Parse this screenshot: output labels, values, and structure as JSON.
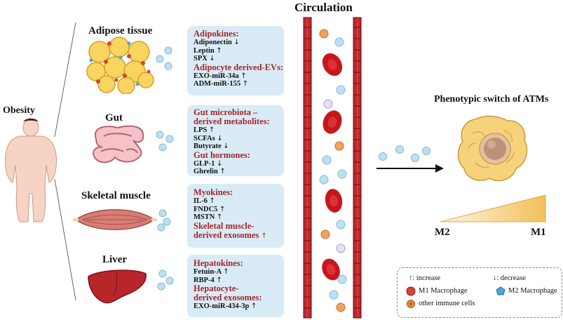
{
  "obesity_label": "Obesity",
  "circulation_title": "Circulation",
  "atm_title": "Phenotypic switch of ATMs",
  "gradient": {
    "left_label": "M2",
    "right_label": "M1"
  },
  "sections": [
    {
      "title": "Adipose tissue",
      "panel": [
        {
          "kind": "hd",
          "text": "Adipokines:"
        },
        {
          "kind": "line",
          "text": "Adiponectin",
          "arrow": "↓"
        },
        {
          "kind": "line",
          "text": "Leptin",
          "arrow": "↑"
        },
        {
          "kind": "line",
          "text": "SPX",
          "arrow": "↓"
        },
        {
          "kind": "hd",
          "text": "Adipocyte derived-EVs:"
        },
        {
          "kind": "line",
          "text": "EXO-miR-34a",
          "arrow": "↑"
        },
        {
          "kind": "line",
          "text": "ADM-miR-155",
          "arrow": "↑"
        }
      ]
    },
    {
      "title": "Gut",
      "panel": [
        {
          "kind": "hd",
          "text": "Gut microbiota –"
        },
        {
          "kind": "hd",
          "text": "derived metabolites:"
        },
        {
          "kind": "line",
          "text": "LPS",
          "arrow": "↑"
        },
        {
          "kind": "line",
          "text": "SCFAs",
          "arrow": "↓"
        },
        {
          "kind": "line",
          "text": "Butyrate",
          "arrow": "↓"
        },
        {
          "kind": "hd",
          "text": "Gut hormones:"
        },
        {
          "kind": "line",
          "text": "GLP-1",
          "arrow": "↓"
        },
        {
          "kind": "line",
          "text": "Ghrelin",
          "arrow": "↑"
        }
      ]
    },
    {
      "title": "Skeletal muscle",
      "panel": [
        {
          "kind": "hd",
          "text": "Myokines:"
        },
        {
          "kind": "line",
          "text": "IL-6",
          "arrow": "↑"
        },
        {
          "kind": "line",
          "text": "FNDC5",
          "arrow": "↑"
        },
        {
          "kind": "line",
          "text": "MSTN",
          "arrow": "↑"
        },
        {
          "kind": "hd",
          "text": "Skeletal muscle-"
        },
        {
          "kind": "hd",
          "text": "derived exosomes",
          "arrow": "↑"
        }
      ]
    },
    {
      "title": "Liver",
      "panel": [
        {
          "kind": "hd",
          "text": "Hepatokines:"
        },
        {
          "kind": "line",
          "text": "Fetuin-A",
          "arrow": "↑"
        },
        {
          "kind": "line",
          "text": "RBP-4",
          "arrow": "↑"
        },
        {
          "kind": "hd",
          "text": "Hepatocyte-"
        },
        {
          "kind": "hd",
          "text": "derived exosomes:"
        },
        {
          "kind": "line",
          "text": "EXO-miR-434-3p",
          "arrow": "↑"
        }
      ]
    }
  ],
  "legend": {
    "increase": "↑: increase",
    "decrease": "↓: decrease",
    "m1": "M1 Macrophage",
    "m2": "M2 Macrophage",
    "other": "other immune cells"
  },
  "colors": {
    "panel": "#d9ebf6",
    "heading_red": "#a3262a",
    "vessel_red": "#c0272d",
    "rbc": "#c8161d",
    "m2_blue": "#4aa8d8",
    "other_orange": "#e58a3a",
    "atm_yellow": "#f6d27a"
  }
}
